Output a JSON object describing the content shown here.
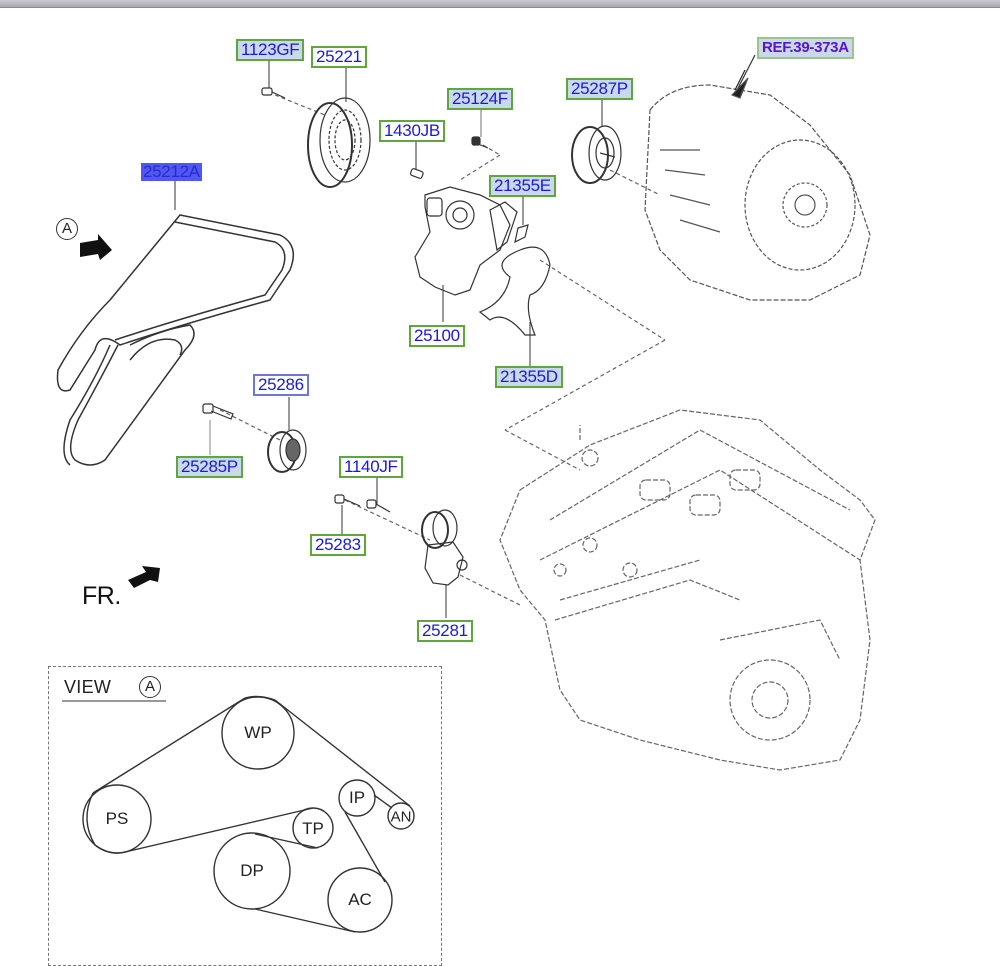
{
  "window": {
    "top_bar": ""
  },
  "diagram": {
    "title": "Engine accessory drive belt system exploded view",
    "part_labels": {
      "p1123GF": "1123GF",
      "p25221": "25221",
      "p25124F": "25124F",
      "p1430JB": "1430JB",
      "p25287P": "25287P",
      "ref": "REF.39-373A",
      "p21355E": "21355E",
      "p25212A": "25212A",
      "p25100": "25100",
      "p21355D": "21355D",
      "p25286": "25286",
      "p25285P": "25285P",
      "p1140JF": "1140JF",
      "p25283": "25283",
      "p25281": "25281"
    },
    "view_marker": "A",
    "front_label": "FR."
  },
  "view_a": {
    "title": "VIEW",
    "marker": "A",
    "pulleys": {
      "wp": "WP",
      "ps": "PS",
      "ip": "IP",
      "an": "AN",
      "tp": "TP",
      "dp": "DP",
      "ac": "AC"
    }
  }
}
